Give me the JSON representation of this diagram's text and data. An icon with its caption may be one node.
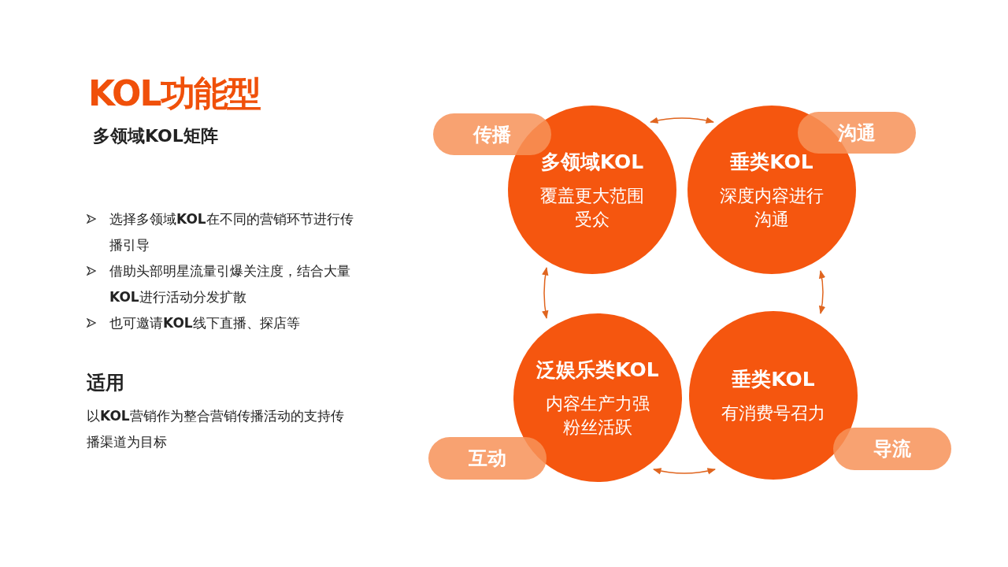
{
  "diagram": {
    "title": "KOL功能型",
    "nodes": [
      {
        "text": [
          "传播"
        ]
      },
      {
        "text": [
          "多领域KOL",
          "覆盖更大范围受众"
        ]
      },
      {
        "text": [
          "垂类KOL",
          "深度内容进行沟通"
        ]
      },
      {
        "text": [
          "沟通"
        ]
      },
      {
        "text": [
          "泛娱乐类KOL",
          "内容生产力强粉丝活跃"
        ]
      },
      {
        "text": [
          "垂类KOL",
          "有消费号召力"
        ]
      },
      {
        "text": [
          "互动"
        ]
      },
      {
        "text": [
          "导流"
        ]
      }
    ],
    "edges": [
      {
        "from": 1,
        "to": 2,
        "arrow": "both"
      },
      {
        "from": 2,
        "to": 5,
        "arrow": "both"
      },
      {
        "from": 5,
        "to": 4,
        "arrow": "both"
      },
      {
        "from": 4,
        "to": 1,
        "arrow": "both"
      }
    ],
    "labels": [
      "多领域KOL矩阵",
      "选择多领域**KOL**在不同的营销环节进行传播引导",
      "借助头部明星流量引爆关注度，结合大量**KOL**进行活动分发扩散",
      "也可邀请**KOL**线下直播、探店等",
      "适用",
      "以**KOL**营销作为整合营销传播活动的支持传播渠道为目标"
    ]
  }
}
